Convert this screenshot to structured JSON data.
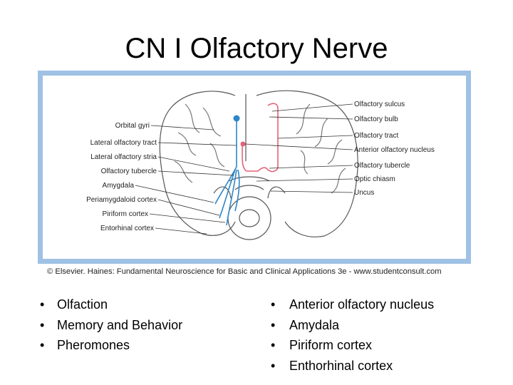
{
  "slide": {
    "title": "CN I Olfactory Nerve"
  },
  "figure": {
    "labels_left": [
      "Orbital gyri",
      "Lateral olfactory tract",
      "Lateral olfactory stria",
      "Olfactory tubercle",
      "Amygdala",
      "Periamygdaloid cortex",
      "Piriform cortex",
      "Entorhinal cortex"
    ],
    "labels_right": [
      "Olfactory sulcus",
      "Olfactory bulb",
      "Olfactory tract",
      "Anterior olfactory nucleus",
      "Olfactory tubercle",
      "Optic chiasm",
      "Uncus"
    ],
    "caption": "© Elsevier. Haines: Fundamental Neuroscience for Basic and Clinical Applications 3e - www.studentconsult.com",
    "colors": {
      "frame": "#9fc1e4",
      "left_pathway": "#2e86c8",
      "right_pathway": "#e3637a",
      "outline": "#555555"
    }
  },
  "bullets_left": [
    "Olfaction",
    "Memory and Behavior",
    "Pheromones"
  ],
  "bullets_right": [
    "Anterior olfactory nucleus",
    "Amydala",
    "Piriform cortex",
    "Enthorhinal cortex"
  ]
}
